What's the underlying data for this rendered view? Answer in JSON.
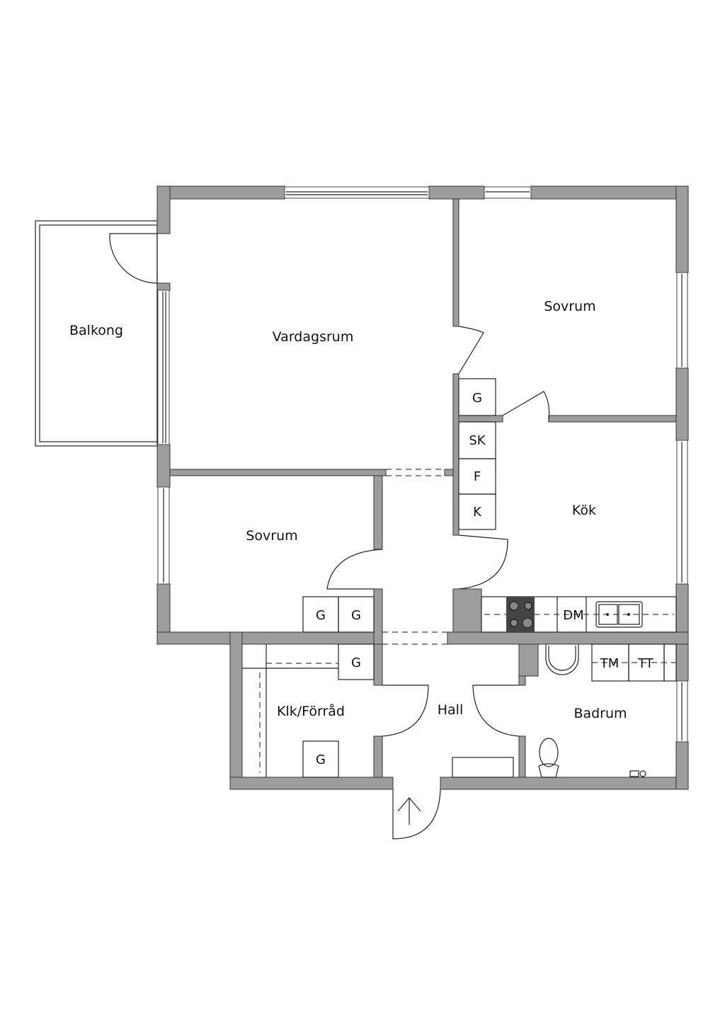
{
  "rooms": {
    "balkong": "Balkong",
    "vardagsrum": "Vardagsrum",
    "sovrum_1": "Sovrum",
    "sovrum_2": "Sovrum",
    "kok": "Kök",
    "klk_forrad": "Klk/Förråd",
    "hall": "Hall",
    "badrum": "Badrum"
  },
  "fixtures": {
    "g_kitchen": "G",
    "sk": "SK",
    "f": "F",
    "k": "K",
    "g_sovrum_1": "G",
    "g_sovrum_2": "G",
    "g_klk_top": "G",
    "g_klk_bottom": "G",
    "dm": "DM",
    "tm": "TM",
    "tt": "TT"
  },
  "colors": {
    "wall": "#9d9d9d",
    "stove": "#444444"
  }
}
